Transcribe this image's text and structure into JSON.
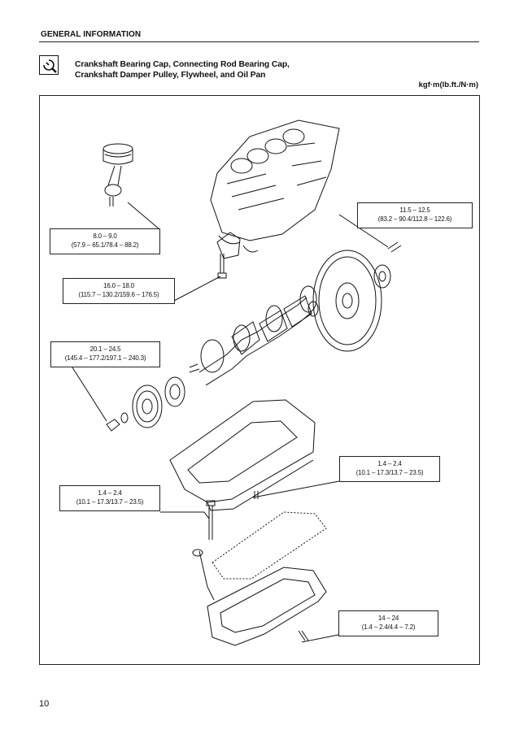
{
  "header": {
    "section": "GENERAL INFORMATION",
    "title_line1": "Crankshaft Bearing Cap, Connecting Rod Bearing Cap,",
    "title_line2": "Crankshaft Damper Pulley, Flywheel, and Oil Pan",
    "unit": "kgf·m(lb.ft./N·m)"
  },
  "specs": [
    {
      "value": "8.0 – 9.0",
      "conversion": "(57.9 – 65.1/78.4 – 88.2)"
    },
    {
      "value": "11.5 – 12.5",
      "conversion": "(83.2 – 90.4/112.8 – 122.6)"
    },
    {
      "value": "16.0 – 18.0",
      "conversion": "(115.7 – 130.2/159.6 – 176.5)"
    },
    {
      "value": "20.1 – 24.5",
      "conversion": "(145.4 – 177.2/197.1 – 240.3)"
    },
    {
      "value": "1.4 – 2.4",
      "conversion": "(10.1 – 17.3/13.7 – 23.5)"
    },
    {
      "value": "1.4 – 2.4",
      "conversion": "(10.1 – 17.3/13.7 – 23.5)"
    },
    {
      "value": "14 – 24",
      "conversion": "(1.4 – 2.4/4.4 – 7.2)"
    }
  ],
  "page_number": "10",
  "icons": {
    "header_icon": "torque-wrench-icon"
  }
}
